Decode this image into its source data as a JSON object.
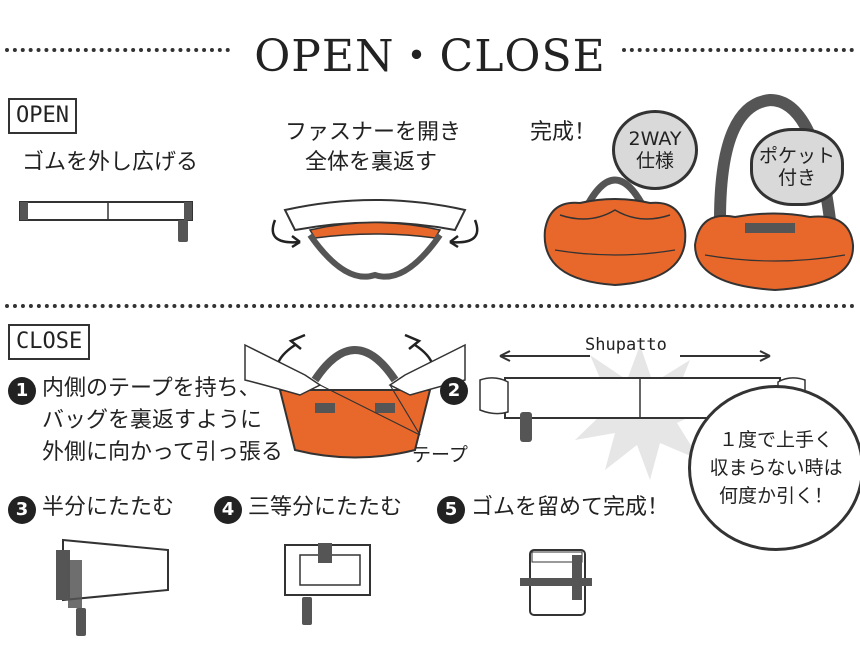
{
  "title": "OPEN・CLOSE",
  "open": {
    "label": "OPEN",
    "step1": "ゴムを外し広げる",
    "step2_line1": "ファスナーを開き",
    "step2_line2": "全体を裏返す",
    "step3": "完成！",
    "bubble_2way_line1": "2WAY",
    "bubble_2way_line2": "仕様",
    "bubble_pocket_line1": "ポケット",
    "bubble_pocket_line2": "付き"
  },
  "close": {
    "label": "CLOSE",
    "step1_num": "1",
    "step1_line1": "内側のテープを持ち、",
    "step1_line2": "バッグを裏返すように",
    "step1_line3": "外側に向かって引っ張る",
    "tape_label": "テープ",
    "step2_num": "2",
    "brand": "Shupatto",
    "tip_line1": "１度で上手く",
    "tip_line2": "収まらない時は",
    "tip_line3": "何度か引く！",
    "step3_num": "3",
    "step3": "半分にたたむ",
    "step4_num": "4",
    "step4": "三等分にたたむ",
    "step5_num": "5",
    "step5": "ゴムを留めて完成！"
  },
  "colors": {
    "orange": "#e8672a",
    "gray": "#555555",
    "light_gray": "#d9d9d9",
    "ink": "#222222"
  }
}
